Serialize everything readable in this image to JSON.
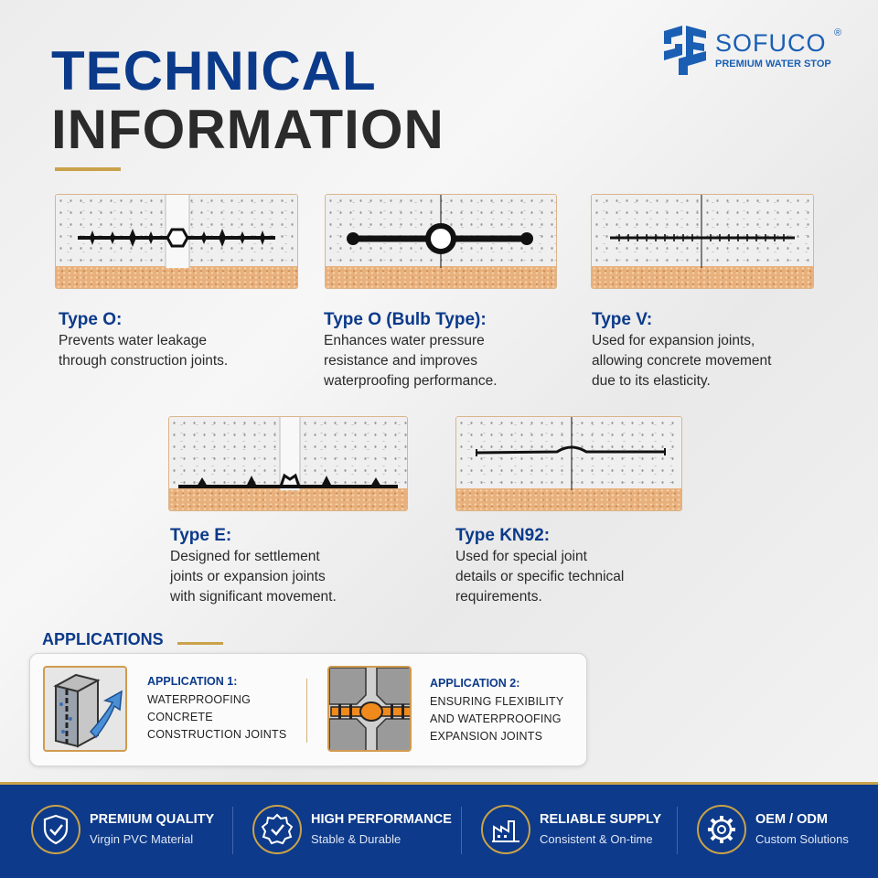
{
  "header": {
    "title_line1": "TECHNICAL",
    "title_line2": "INFORMATION",
    "brand": "SOFUCO",
    "brand_mark": "®",
    "brand_tagline": "PREMIUM WATER STOP"
  },
  "types": [
    {
      "title": "Type O:",
      "description": "Prevents water leakage\nthrough construction joints."
    },
    {
      "title": "Type O (Bulb Type):",
      "description": "Enhances water pressure\nresistance and improves\nwaterproofing performance."
    },
    {
      "title": "Type V:",
      "description": "Used for expansion joints,\nallowing concrete movement\ndue to its elasticity."
    },
    {
      "title": "Type E:",
      "description": "Designed for settlement\njoints or expansion joints\nwith significant movement."
    },
    {
      "title": "Type KN92:",
      "description": "Used for special joint\ndetails or specific technical\nrequirements."
    }
  ],
  "applications": {
    "heading": "APPLICATIONS",
    "items": [
      {
        "title": "APPLICATION 1:",
        "description": "WATERPROOFING\nCONCRETE\nCONSTRUCTION JOINTS",
        "icon": "concrete-joint-icon"
      },
      {
        "title": "APPLICATION 2:",
        "description": "ENSURING FLEXIBILITY\nAND WATERPROOFING\nEXPANSION JOINTS",
        "icon": "expansion-joint-icon"
      }
    ]
  },
  "features": [
    {
      "title": "PREMIUM QUALITY",
      "subtitle": "Virgin PVC Material",
      "icon": "shield-check-icon"
    },
    {
      "title": "HIGH PERFORMANCE",
      "subtitle": "Stable & Durable",
      "icon": "badge-check-icon"
    },
    {
      "title": "RELIABLE SUPPLY",
      "subtitle": "Consistent & On-time",
      "icon": "factory-icon"
    },
    {
      "title": "OEM / ODM",
      "subtitle": "Custom Solutions",
      "icon": "gear-icon"
    }
  ],
  "colors": {
    "primary": "#0b3a8a",
    "accent": "#c9a24a",
    "footer": "#0d3a8a"
  }
}
